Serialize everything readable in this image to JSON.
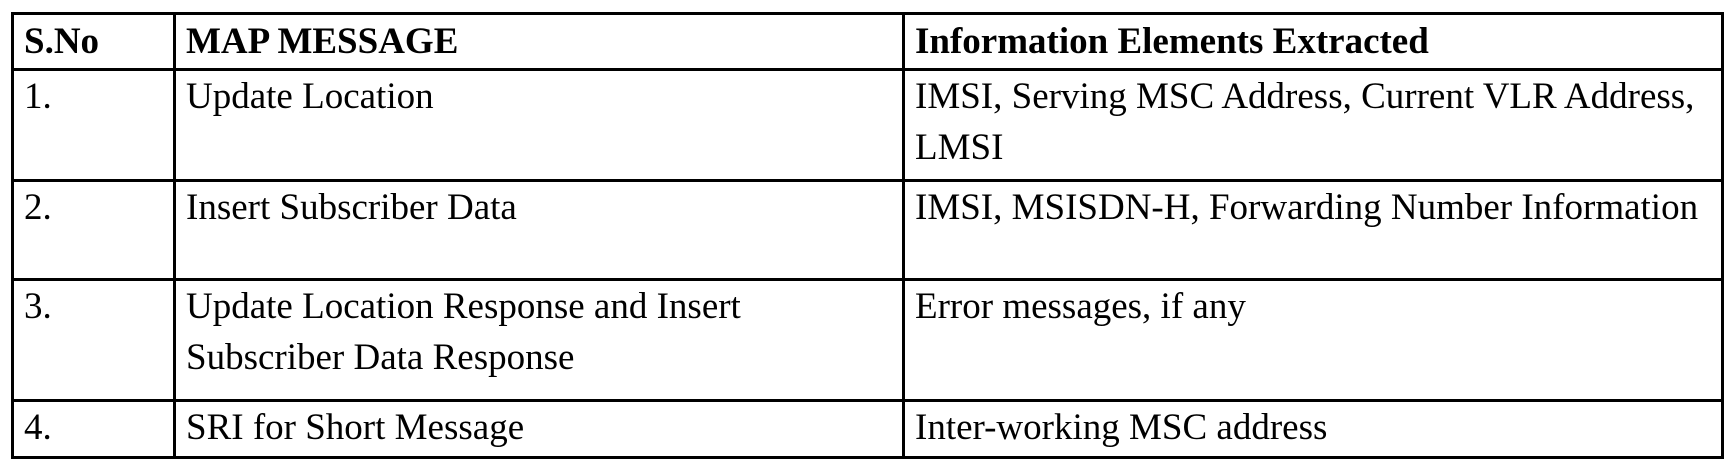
{
  "table": {
    "headers": {
      "sno": "S.No",
      "message": "MAP MESSAGE",
      "elements": "Information Elements Extracted"
    },
    "rows": [
      {
        "sno": "1.",
        "message": "Update Location",
        "elements": "IMSI, Serving MSC Address, Current VLR Address, LMSI"
      },
      {
        "sno": "2.",
        "message": "Insert Subscriber Data",
        "elements": "IMSI, MSISDN-H, Forwarding Number Information"
      },
      {
        "sno": "3.",
        "message": "Update Location Response and Insert Subscriber Data Response",
        "elements": "Error messages, if any"
      },
      {
        "sno": "4.",
        "message": "SRI for Short Message",
        "elements": "Inter-working MSC address"
      }
    ]
  }
}
